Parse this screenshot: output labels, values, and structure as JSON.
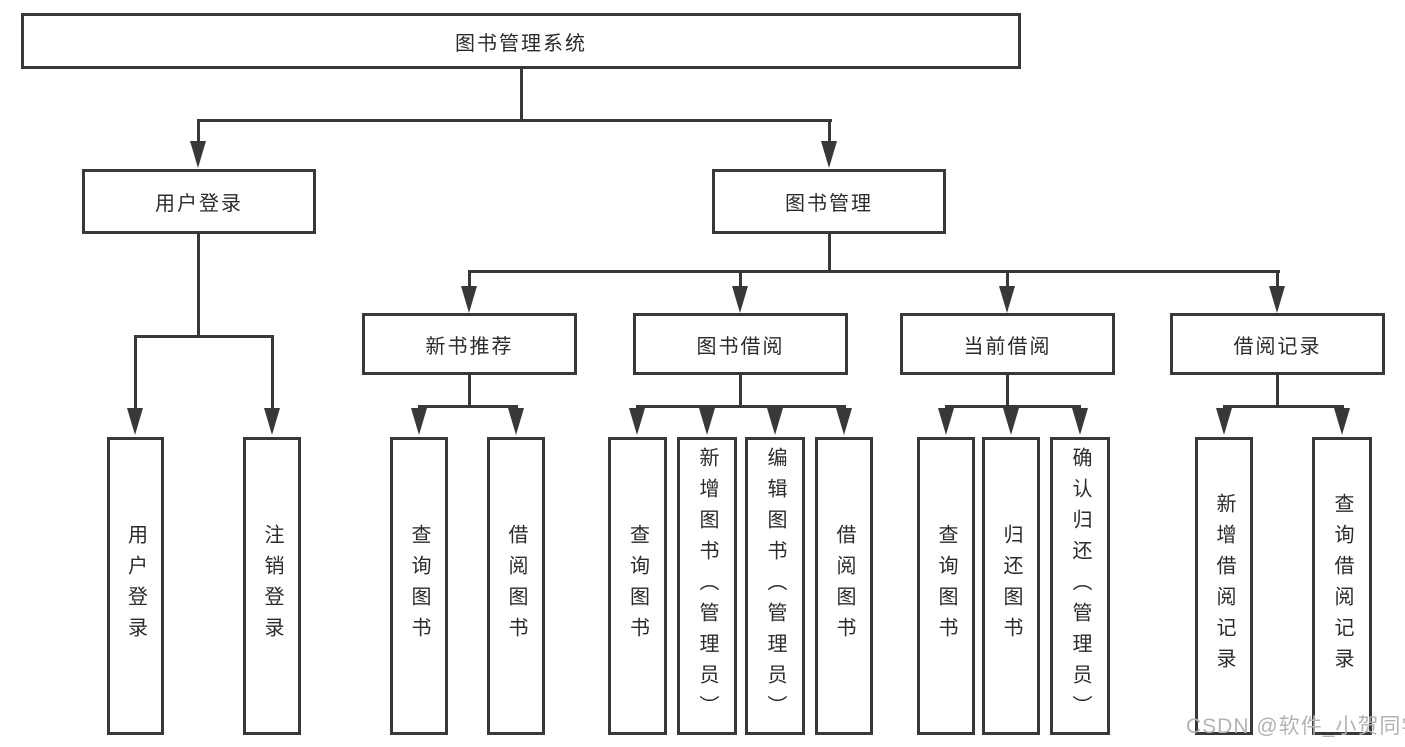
{
  "tree": {
    "root": {
      "label": "图书管理系统"
    },
    "branches": [
      {
        "label": "用户登录",
        "children": [
          {
            "label": "用户登录"
          },
          {
            "label": "注销登录"
          }
        ]
      },
      {
        "label": "图书管理",
        "children": [
          {
            "label": "新书推荐",
            "children": [
              {
                "label": "查询图书"
              },
              {
                "label": "借阅图书"
              }
            ]
          },
          {
            "label": "图书借阅",
            "children": [
              {
                "label": "查询图书"
              },
              {
                "label": "新增图书（管理员）"
              },
              {
                "label": "编辑图书（管理员）"
              },
              {
                "label": "借阅图书"
              }
            ]
          },
          {
            "label": "当前借阅",
            "children": [
              {
                "label": "查询图书"
              },
              {
                "label": "归还图书"
              },
              {
                "label": "确认归还（管理员）"
              }
            ]
          },
          {
            "label": "借阅记录",
            "children": [
              {
                "label": "新增借阅记录"
              },
              {
                "label": "查询借阅记录"
              }
            ]
          }
        ]
      }
    ]
  },
  "watermark": {
    "text": "CSDN @软件_小贺同学"
  },
  "colors": {
    "line": "#383838",
    "text": "#2b2b2b",
    "watermark": "#b3b3b3",
    "background": "#ffffff"
  }
}
